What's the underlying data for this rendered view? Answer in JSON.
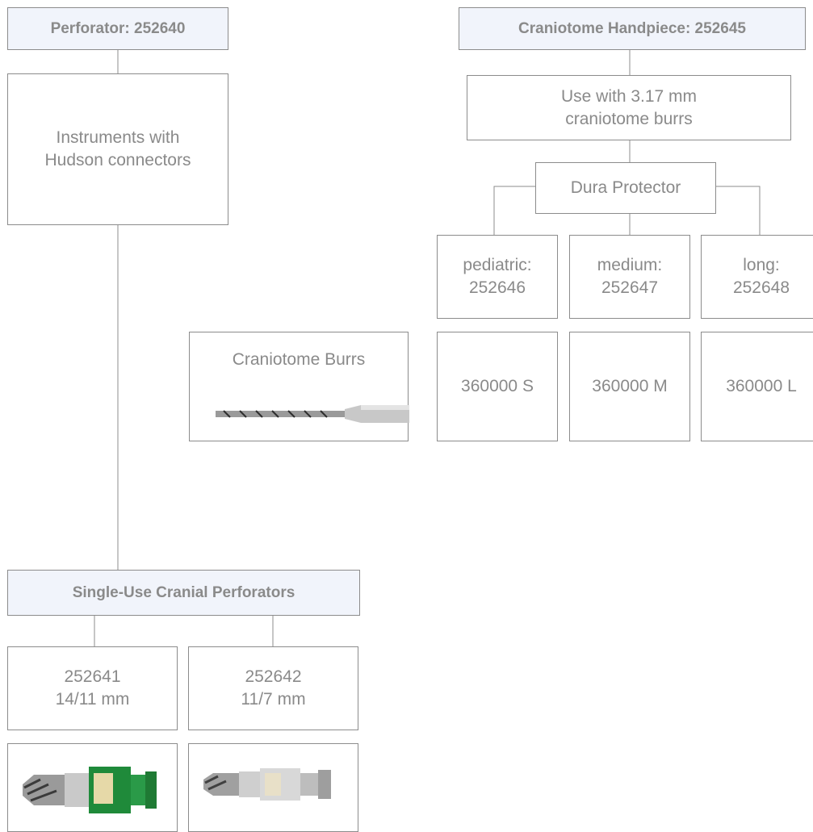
{
  "perforator": {
    "title": "Perforator: 252640"
  },
  "hudson": {
    "line1": "Instruments with",
    "line2": "Hudson connectors"
  },
  "single_use": {
    "title": "Single-Use Cranial Perforators"
  },
  "perf_241": {
    "line1": "252641",
    "line2": "14/11 mm"
  },
  "perf_242": {
    "line1": "252642",
    "line2": "11/7 mm"
  },
  "handpiece": {
    "title": "Craniotome Handpiece: 252645"
  },
  "use_with": {
    "line1": "Use with 3.17 mm",
    "line2": "craniotome burrs"
  },
  "dura": {
    "label": "Dura Protector"
  },
  "protectors": [
    {
      "line1": "pediatric:",
      "line2": "252646"
    },
    {
      "line1": "medium:",
      "line2": "252647"
    },
    {
      "line1": "long:",
      "line2": "252648"
    }
  ],
  "burrs": {
    "caption": "Craniotome Burrs"
  },
  "burr_sizes": [
    "360000 S",
    "360000 M",
    "360000 L"
  ],
  "colors": {
    "box_border": "#8c8c8c",
    "header_fill": "#f1f4fb",
    "text": "#8a8a8a",
    "connector": "#8c8c8c",
    "green_connector": "#1f8a3a"
  }
}
